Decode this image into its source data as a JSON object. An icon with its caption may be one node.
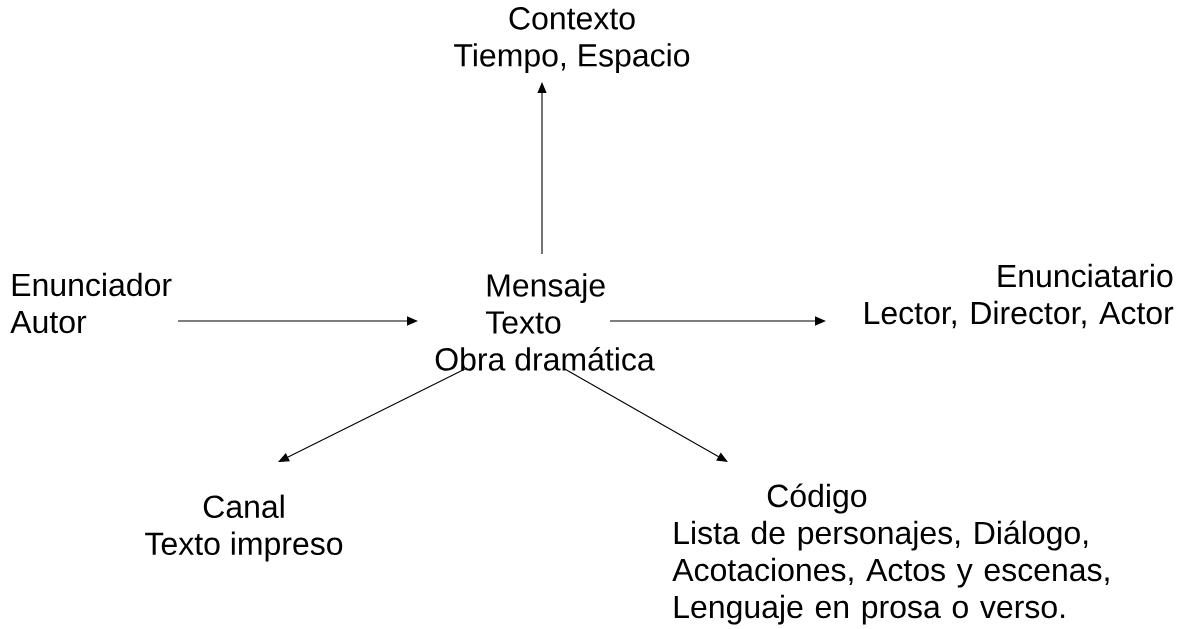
{
  "diagram": {
    "nodes": [
      {
        "text": [
          "Contexto",
          "Tiempo, Espacio"
        ]
      },
      {
        "text": [
          "Enunciador",
          "Autor"
        ]
      },
      {
        "text": [
          "Mensaje",
          "Texto",
          "Obra dramática"
        ]
      },
      {
        "text": [
          "Enunciatario",
          "Lector, Director, Actor"
        ]
      },
      {
        "text": [
          "Canal",
          "Texto impreso"
        ]
      },
      {
        "text": [
          "Código",
          "Lista de personajes, Diálogo, Acotaciones, Actos y escenas, Lenguaje en prosa o verso."
        ]
      }
    ],
    "edges": [
      {
        "from": 2,
        "to": 0,
        "arrow": "to"
      },
      {
        "from": 1,
        "to": 2,
        "arrow": "to"
      },
      {
        "from": 2,
        "to": 3,
        "arrow": "to"
      },
      {
        "from": 2,
        "to": 4,
        "arrow": "to"
      },
      {
        "from": 2,
        "to": 5,
        "arrow": "to"
      }
    ]
  }
}
